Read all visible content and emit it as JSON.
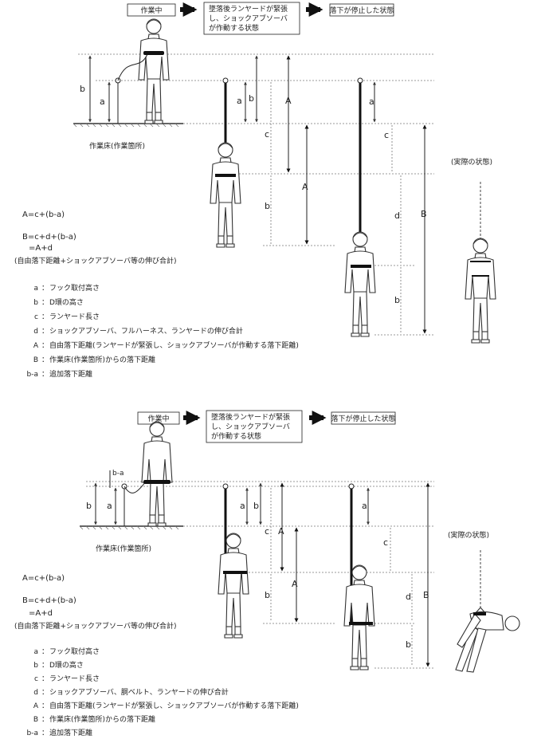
{
  "diagrams": [
    {
      "id": "harness",
      "flow": {
        "step1": "作業中",
        "step2": [
          "墜落後ランヤードが緊張",
          "し、ショックアブソーバ",
          "が作動する状態"
        ],
        "step3": "落下が停止した状態"
      },
      "floor_label": "作業床(作業箇所)",
      "actual_label": "(実際の状態)",
      "dim_labels": {
        "a": "a",
        "b": "b",
        "c": "c",
        "d": "d",
        "A": "A",
        "B": "B"
      },
      "formulas": [
        "A=c+(b-a)",
        "B=c+d+(b-a)",
        "=A+d",
        "(自由落下距離+ショックアブソーバ等の伸び合計)"
      ],
      "legend": [
        {
          "key": "a",
          "text": "フック取付高さ"
        },
        {
          "key": "b",
          "text": "D環の高さ"
        },
        {
          "key": "c",
          "text": "ランヤード長さ"
        },
        {
          "key": "d",
          "text": "ショックアブソーバ、フルハーネス、ランヤードの伸び合計"
        },
        {
          "key": "A",
          "text": "自由落下距離(ランヤードが緊張し、ショックアブソーバが作動する落下距離)"
        },
        {
          "key": "B",
          "text": "作業床(作業箇所)からの落下距離"
        },
        {
          "key": "b-a",
          "text": "追加落下距離"
        }
      ]
    },
    {
      "id": "belt",
      "flow": {
        "step1": "作業中",
        "step2": [
          "墜落後ランヤードが緊張",
          "し、ショックアブソーバ",
          "が作動する状態"
        ],
        "step3": "落下が停止した状態"
      },
      "floor_label": "作業床(作業箇所)",
      "actual_label": "(実際の状態)",
      "ba_label": "b-a",
      "dim_labels": {
        "a": "a",
        "b": "b",
        "c": "c",
        "d": "d",
        "A": "A",
        "B": "B"
      },
      "formulas": [
        "A=c+(b-a)",
        "B=c+d+(b-a)",
        "=A+d",
        "(自由落下距離+ショックアブソーバ等の伸び合計)"
      ],
      "legend": [
        {
          "key": "a",
          "text": "フック取付高さ"
        },
        {
          "key": "b",
          "text": "D環の高さ"
        },
        {
          "key": "c",
          "text": "ランヤード長さ"
        },
        {
          "key": "d",
          "text": "ショックアブソーバ、胴ベルト、ランヤードの伸び合計"
        },
        {
          "key": "A",
          "text": "自由落下距離(ランヤードが緊張し、ショックアブソーバが作動する落下距離)"
        },
        {
          "key": "B",
          "text": "作業床(作業箇所)からの落下距離"
        },
        {
          "key": "b-a",
          "text": "追加落下距離"
        }
      ]
    }
  ]
}
